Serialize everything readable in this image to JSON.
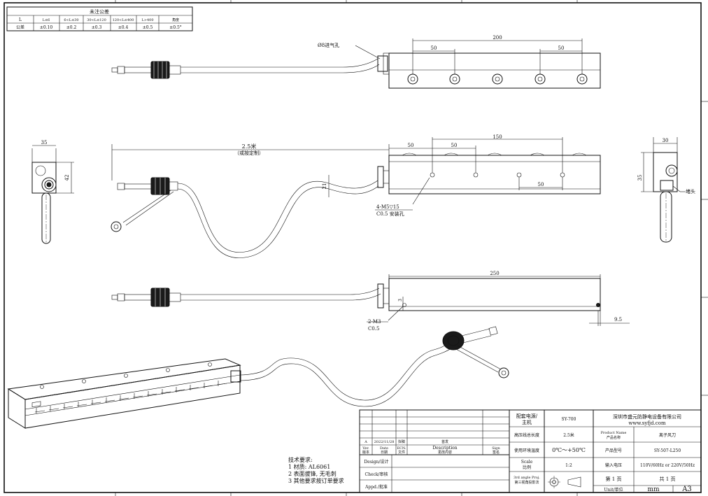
{
  "tolerance_table": {
    "title": "未注公差",
    "header_label": "L",
    "columns": [
      "L≤6",
      "6<L≤30",
      "30<L≤120",
      "120<L≤400",
      "L>400",
      "角度"
    ],
    "row_label": "公差",
    "values": [
      "±0.10",
      "±0.2",
      "±0.3",
      "±0.4",
      "±0.5",
      "±0.5°"
    ]
  },
  "view_top": {
    "inlet_label": "Ø8进气孔",
    "dims": {
      "overall": "200",
      "left_pitch": "50",
      "right_pitch": "50"
    }
  },
  "view_front": {
    "cable_length": "2.5米",
    "cable_note": "（或按定制）",
    "dims": {
      "offset": "50",
      "pitch": "50",
      "span": "150",
      "hole_pitch": "50",
      "height": "21"
    },
    "hole_note_1": "4-M5▽15",
    "hole_note_2": "C0.5 安装孔"
  },
  "view_left": {
    "width": "35",
    "height": "42"
  },
  "view_right": {
    "width": "30",
    "height": "35",
    "plug_label": "堵头"
  },
  "view_bottom": {
    "length": "250",
    "hole_note_1": "2-M3",
    "hole_note_2": "C0.5",
    "edge": "3",
    "end_offset": "9.5"
  },
  "tech_requirements": {
    "title": "技术要求:",
    "items": [
      "1 材质: AL6061",
      "2 表面拔锋, 无毛刺",
      "3 其他要求按订单要求"
    ]
  },
  "title_block": {
    "power_label_1": "配套电源/",
    "power_label_2": "主机",
    "power_value": "SY-700",
    "company": "深圳市盛元防静电设备有限公司",
    "website": "www.syfjd.com",
    "hv_label": "高压线总长度",
    "hv_value": "2.5米",
    "product_name_en": "Product Name",
    "product_name_cn": "产品名称",
    "product_name_value": "离子风刀",
    "rev_row": {
      "ver": "A",
      "date": "2022/11/28",
      "ecn": "拟稿",
      "desc": "首发"
    },
    "rev_head": {
      "ver": "Ver.",
      "ver_cn": "版本",
      "date": "Date",
      "date_cn": "日期",
      "ecn": "ECN.",
      "ecn_cn": "文件",
      "desc": "Description",
      "desc_cn": "更改内容",
      "sign": "Sign",
      "sign_cn": "签名"
    },
    "env_label": "使用环境温度",
    "env_value": "0℃～+50℃",
    "model_label": "产品型号",
    "model_value": "SY-507-L250",
    "design": "Design/设计",
    "scale_en": "Scale",
    "scale_cn": "比例",
    "scale_value": "1:2",
    "input_label": "输入电压",
    "input_value": "110V/60Hz or 220V/50Hz",
    "check": "Check/审核",
    "appd": "Appd./批准",
    "proj_en": "3rd angle Proj.",
    "proj_cn": "第三视角投影法",
    "page_no": "第 1 页",
    "page_total": "共 1 页",
    "unit_label": "Unit/单位",
    "unit_value": "mm",
    "sheet_size": "A3"
  }
}
